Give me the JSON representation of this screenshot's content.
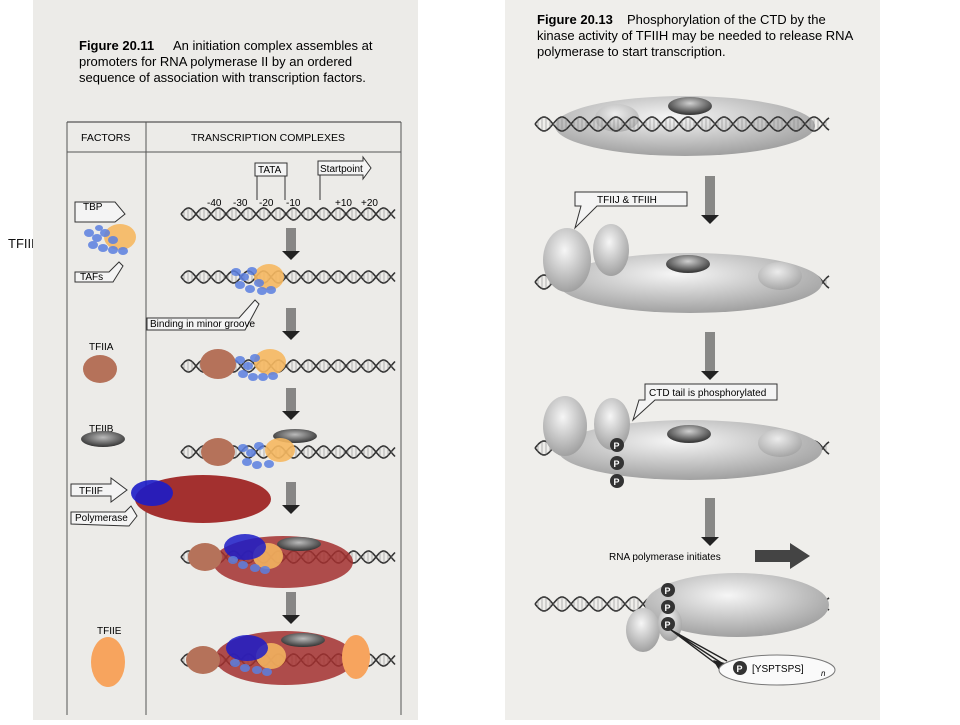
{
  "side_label": "TFIID",
  "left": {
    "caption_fig": "Figure 20.11",
    "caption_lines": [
      "An initiation complex assembles at",
      "promoters for RNA polymerase II by an ordered",
      "sequence of association with transcription factors."
    ],
    "col_factors": "FACTORS",
    "col_complexes": "TRANSCRIPTION COMPLEXES",
    "tata": "TATA",
    "startpoint": "Startpoint",
    "positions": [
      "-40",
      "-30",
      "-20",
      "-10",
      "+10",
      "+20"
    ],
    "labels": {
      "tbp": "TBP",
      "tafs": "TAFs",
      "minor_groove": "Binding in minor groove",
      "tfiia": "TFIIA",
      "tfiib": "TFIIB",
      "tfiif": "TFIIF",
      "polymerase": "Polymerase",
      "tfiie": "TFIIE"
    }
  },
  "right": {
    "caption_fig": "Figure 20.13",
    "caption_lines": [
      "Phosphorylation of the CTD by the",
      "kinase activity of TFIIH may be needed to release RNA",
      "polymerase to start transcription."
    ],
    "tfiij_tfiih": "TFIIJ & TFIIH",
    "ctd_phos": "CTD tail is phosphorylated",
    "initiates": "RNA polymerase initiates",
    "p": "P",
    "repeat": "[YSPTSPS]",
    "repeat_sub": "n"
  },
  "colors": {
    "tbp": "#f6b860",
    "tafs": "#5b7fe0",
    "tfiia": "#b5725a",
    "tfiib": "#9a9a9a",
    "tfiif": "#1c1cc8",
    "polymerase": "#a3302f",
    "tfiie": "#f7a45e"
  }
}
